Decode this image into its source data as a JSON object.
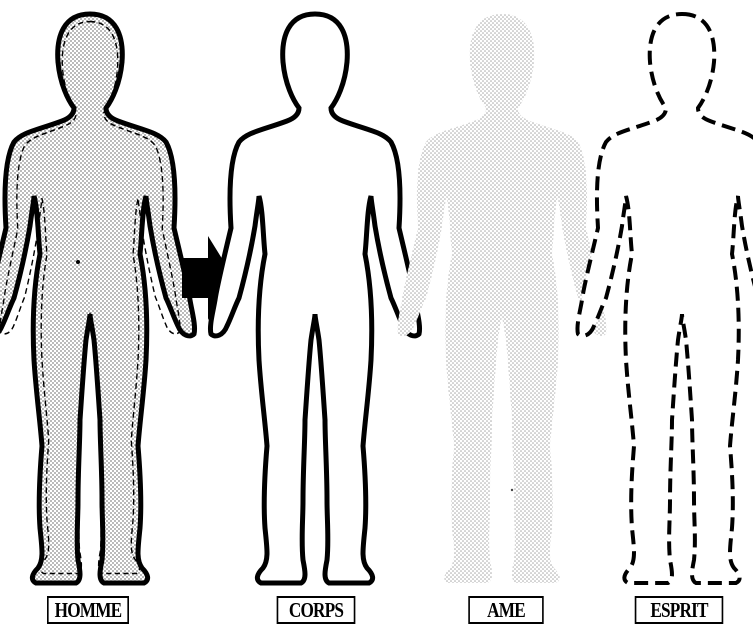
{
  "figures": [
    {
      "key": "homme",
      "label": "HOMME",
      "style": "outline-stipple-dashed"
    },
    {
      "key": "corps",
      "label": "CORPS",
      "style": "outline-solid"
    },
    {
      "key": "ame",
      "label": "AME",
      "style": "stipple-only"
    },
    {
      "key": "esprit",
      "label": "ESPRIT",
      "style": "outline-dashed"
    }
  ],
  "arrow": {
    "direction": "right",
    "color": "#000000"
  },
  "colors": {
    "outline": "#000000",
    "stipple": "#8a8a8a",
    "background": "#ffffff"
  }
}
